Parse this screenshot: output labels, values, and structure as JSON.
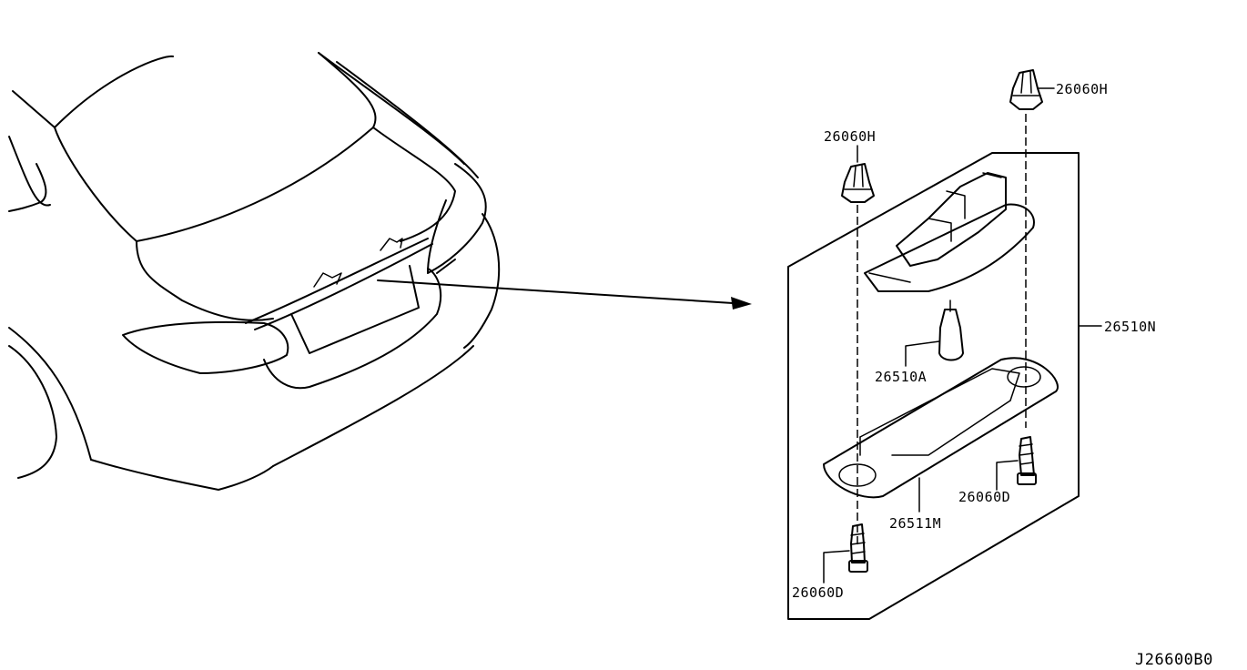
{
  "parts": {
    "clip_top_right": "26060H",
    "clip_top_left": "26060H",
    "assembly": "26510N",
    "bulb": "26510A",
    "lens": "26511M",
    "screw_right": "26060D",
    "screw_left": "26060D"
  },
  "diagram_code": "J26600B0"
}
